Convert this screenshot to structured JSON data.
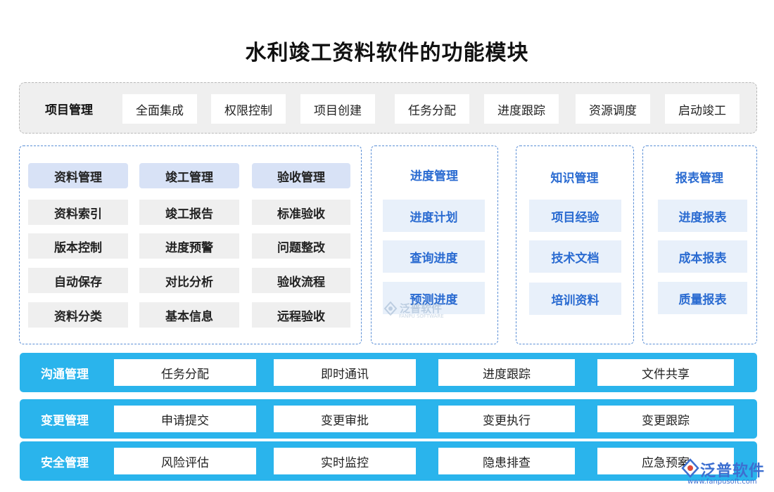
{
  "title": "水利竣工资料软件的功能模块",
  "project": {
    "label": "项目管理",
    "items": [
      "全面集成",
      "权限控制",
      "项目创建",
      "任务分配",
      "进度跟踪",
      "资源调度",
      "启动竣工"
    ]
  },
  "left_group": {
    "headers": [
      "资料管理",
      "竣工管理",
      "验收管理"
    ],
    "rows": [
      [
        "资料索引",
        "竣工报告",
        "标准验收"
      ],
      [
        "版本控制",
        "进度预警",
        "问题整改"
      ],
      [
        "自动保存",
        "对比分析",
        "验收流程"
      ],
      [
        "资料分类",
        "基本信息",
        "远程验收"
      ]
    ]
  },
  "progress": {
    "title": "进度管理",
    "items": [
      "进度计划",
      "查询进度",
      "预测进度"
    ]
  },
  "knowledge": {
    "title": "知识管理",
    "items": [
      "项目经验",
      "技术文档",
      "培训资料"
    ]
  },
  "report": {
    "title": "报表管理",
    "items": [
      "进度报表",
      "成本报表",
      "质量报表"
    ]
  },
  "communication": {
    "label": "沟通管理",
    "items": [
      "任务分配",
      "即时通讯",
      "进度跟踪",
      "文件共享"
    ]
  },
  "change": {
    "label": "变更管理",
    "items": [
      "申请提交",
      "变更审批",
      "变更执行",
      "变更跟踪"
    ]
  },
  "security": {
    "label": "安全管理",
    "items": [
      "风险评估",
      "实时监控",
      "隐患排查",
      "应急预案"
    ]
  },
  "watermark": {
    "text": "泛普软件",
    "sub": "FANPU SOFTWARE"
  },
  "logo": {
    "text": "泛普软件",
    "url": "www.fanpusoft.com"
  },
  "colors": {
    "accent_bar": "#2ab4ec",
    "blue_text": "#2a6bd1",
    "header_fill": "#d8e2f6",
    "cell_fill": "#efefef"
  }
}
